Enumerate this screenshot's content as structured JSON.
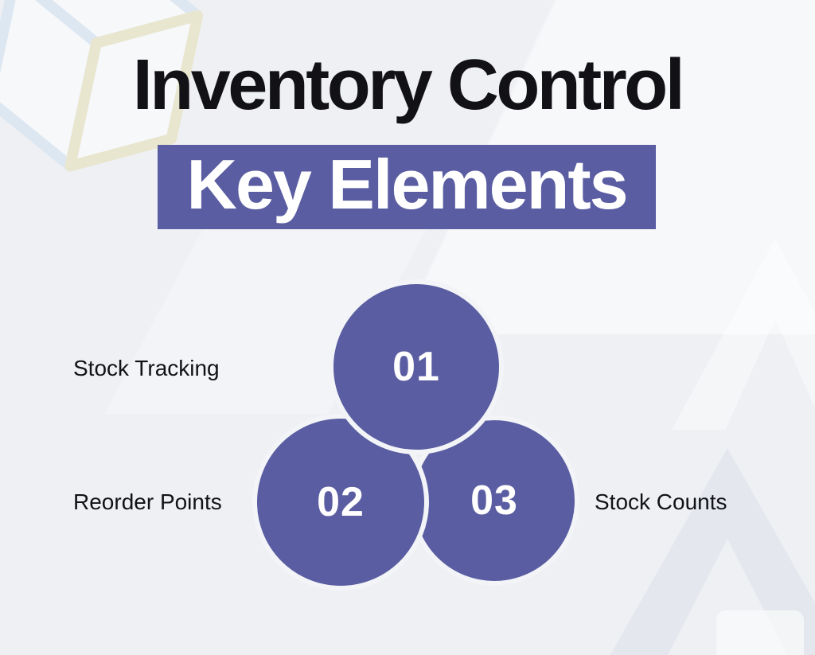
{
  "page": {
    "background_color": "#eef0f4",
    "accent_color": "#5a5da1",
    "separator_color": "#f2f4f7",
    "text_color": "#121216"
  },
  "header": {
    "title": "Inventory Control",
    "subtitle": "Key Elements",
    "subtitle_text_color": "#ffffff"
  },
  "diagram": {
    "items": [
      {
        "number": "01",
        "label": "Stock Tracking",
        "label_side": "left"
      },
      {
        "number": "02",
        "label": "Reorder Points",
        "label_side": "left"
      },
      {
        "number": "03",
        "label": "Stock Counts",
        "label_side": "right"
      }
    ],
    "circle_color": "#5a5da1",
    "number_text_color": "#ffffff"
  },
  "watermark": {
    "icon": "package-cube-icon"
  }
}
